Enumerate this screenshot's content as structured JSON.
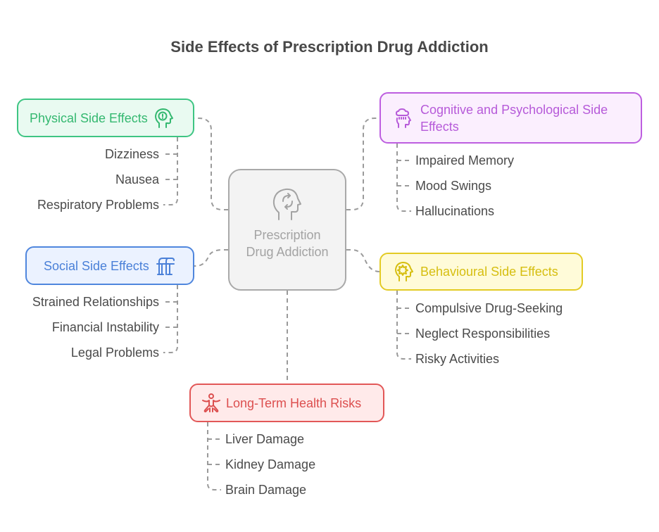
{
  "title": "Side Effects of Prescription Drug Addiction",
  "center": {
    "label": "Prescription Drug Addiction",
    "icon": "head-cycle-icon"
  },
  "branches": {
    "physical": {
      "label": "Physical Side Effects",
      "icon": "head-alert-icon",
      "color": "#3ec583",
      "items": [
        "Dizziness",
        "Nausea",
        "Respiratory Problems"
      ]
    },
    "social": {
      "label": "Social Side Effects",
      "icon": "ff-ligature-icon",
      "color": "#4f86dd",
      "items": [
        "Strained Relationships",
        "Financial Instability",
        "Legal Problems"
      ]
    },
    "cognitive": {
      "label": "Cognitive and Psychological Side Effects",
      "icon": "head-cloud-rain-icon",
      "color": "#bd5ee0",
      "items": [
        "Impaired Memory",
        "Mood Swings",
        "Hallucinations"
      ]
    },
    "behavioural": {
      "label": "Behavioural Side Effects",
      "icon": "head-burst-icon",
      "color": "#e3cb24",
      "items": [
        "Compulsive Drug-Seeking",
        "Neglect Responsibilities",
        "Risky Activities"
      ]
    },
    "longterm": {
      "label": "Long-Term Health Risks",
      "icon": "stretching-person-icon",
      "color": "#e25757",
      "items": [
        "Liver Damage",
        "Kidney Damage",
        "Brain Damage"
      ]
    }
  }
}
